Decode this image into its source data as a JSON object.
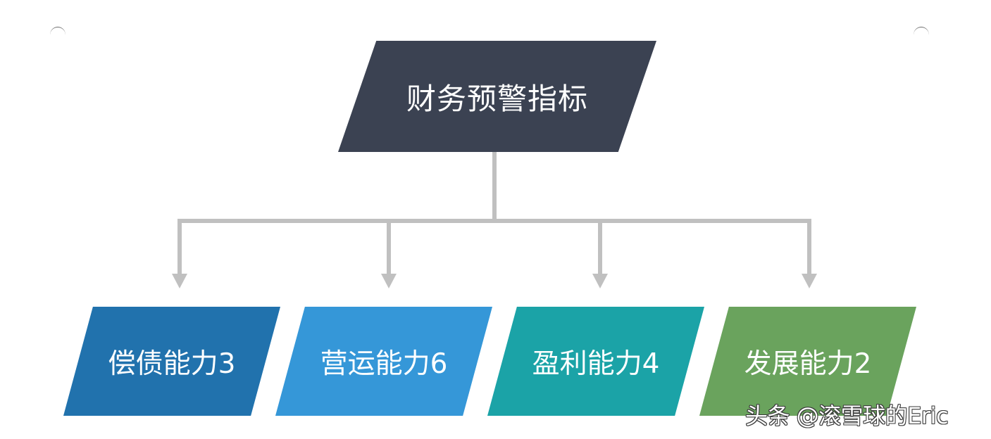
{
  "diagram": {
    "root": {
      "label": "财务预警指标",
      "color": "#3b4252"
    },
    "children": [
      {
        "label": "偿债能力3",
        "color": "#2172ad"
      },
      {
        "label": "营运能力6",
        "color": "#3597d8"
      },
      {
        "label": "盈利能力4",
        "color": "#1ba3a7"
      },
      {
        "label": "发展能力2",
        "color": "#6aa35d"
      }
    ],
    "connector_color": "#c0c0c0"
  },
  "watermark": {
    "text": "头条 @滚雪球的Eric"
  }
}
